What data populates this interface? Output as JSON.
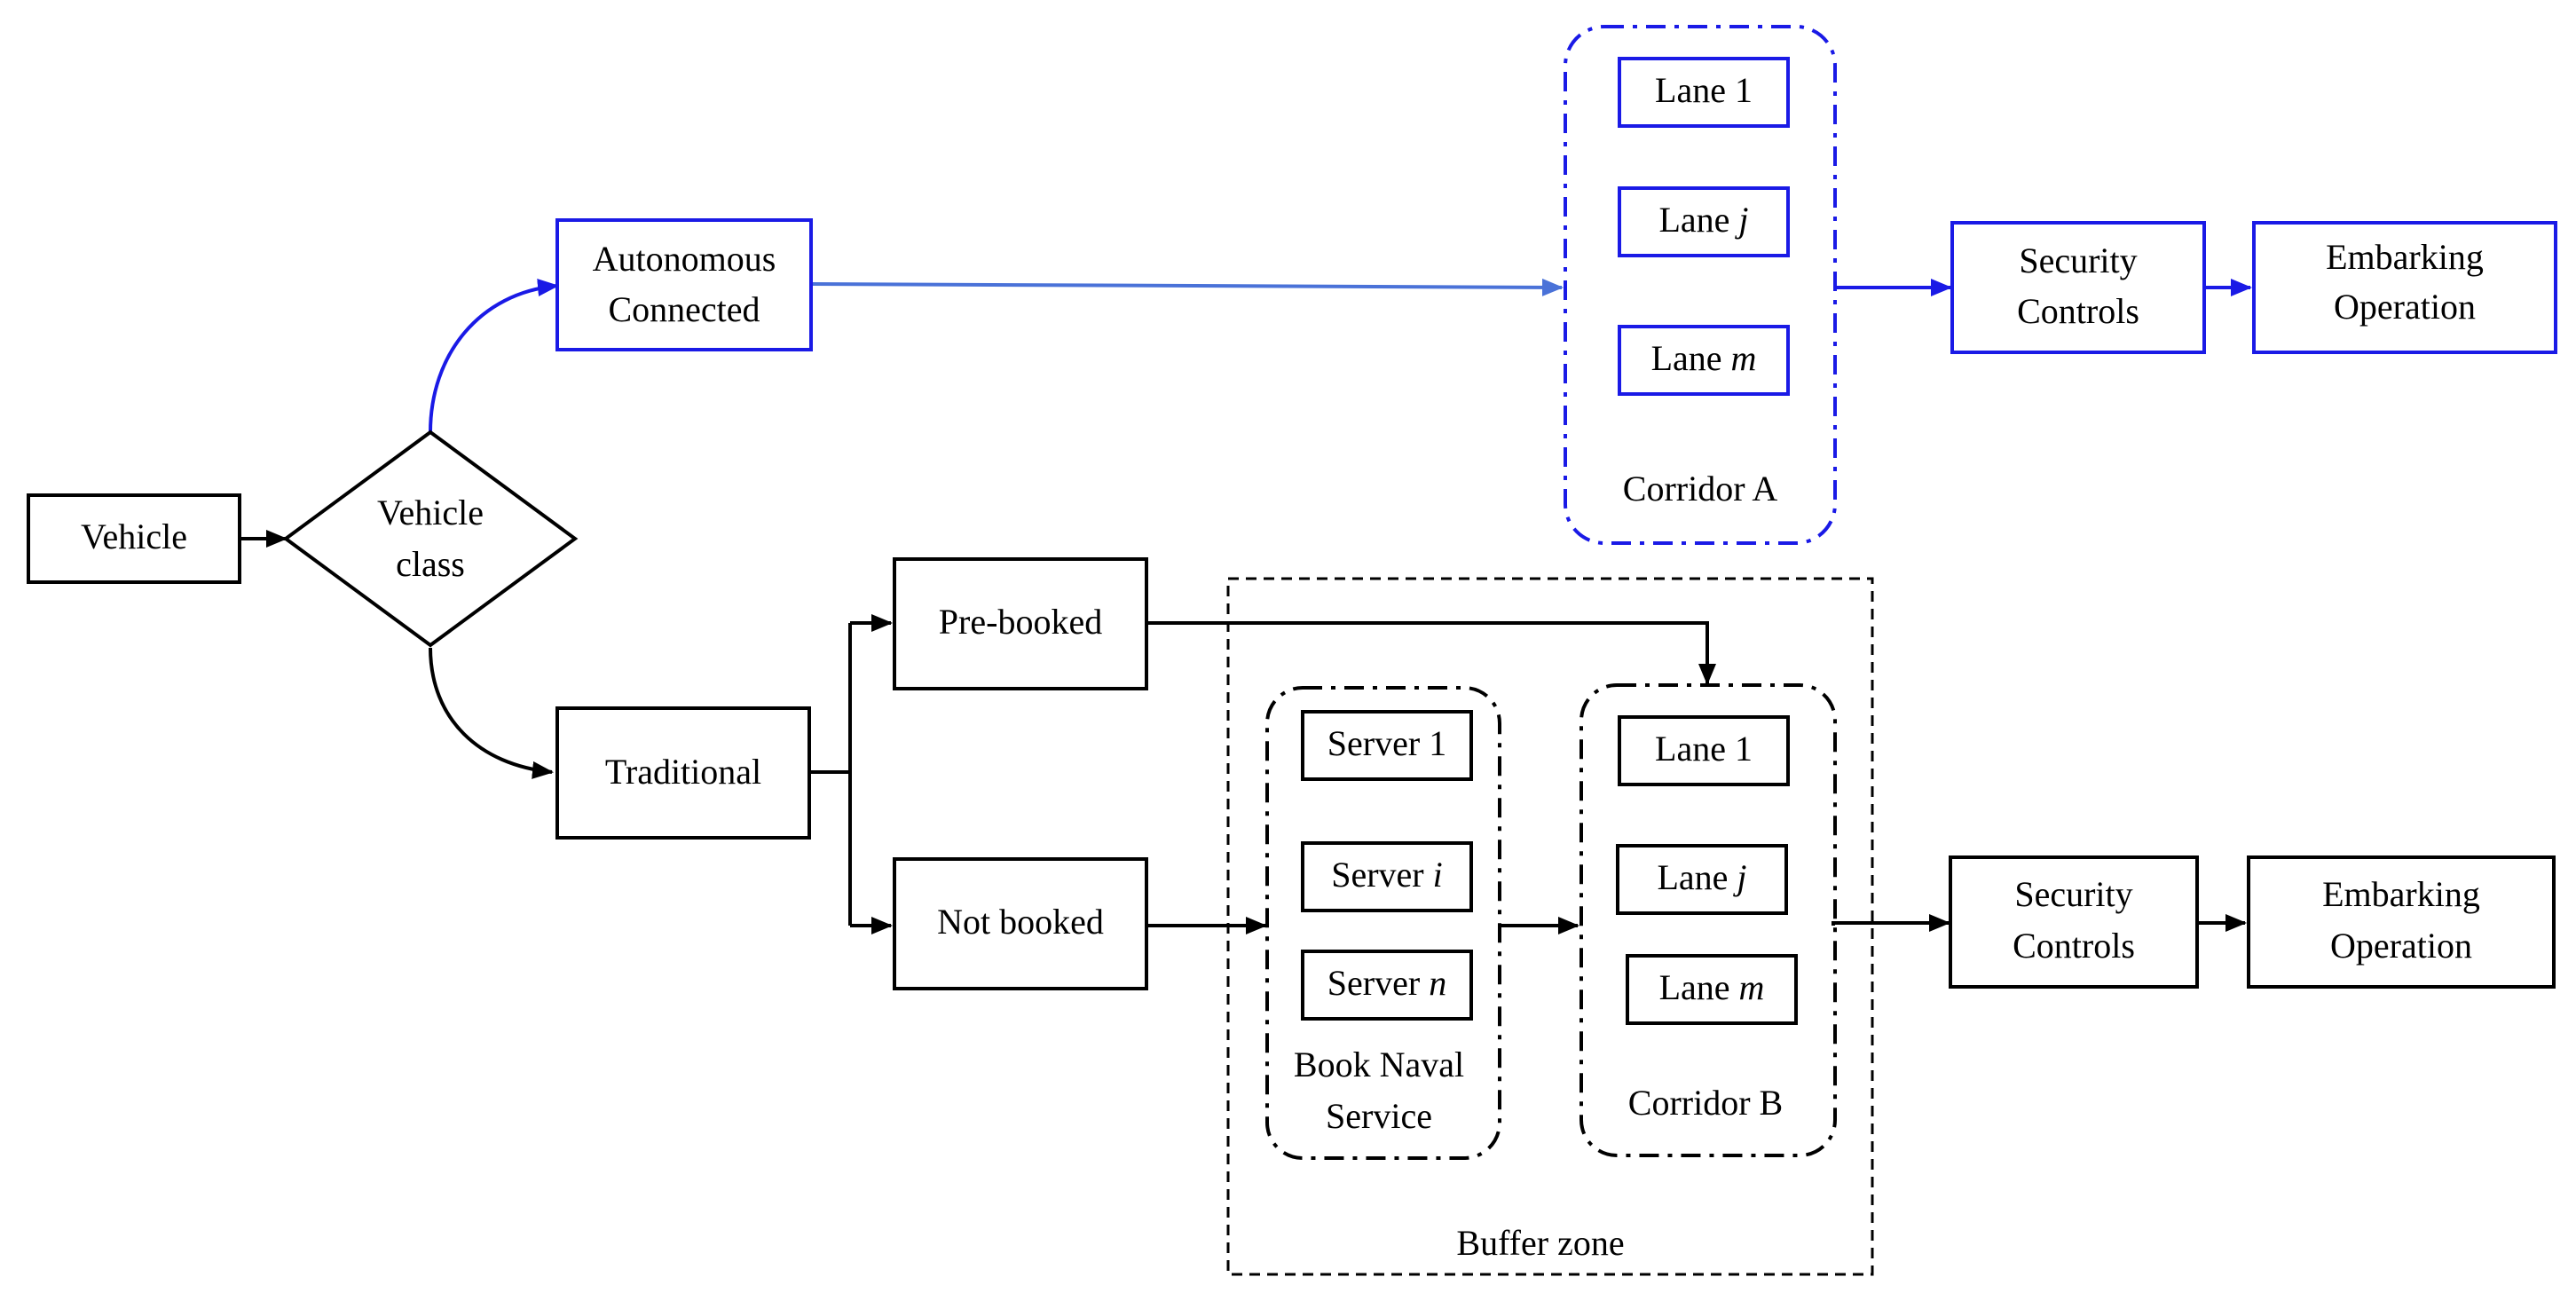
{
  "colors": {
    "blue": "#1a1ae6",
    "light_blue": "#4a72d8",
    "black": "#000000"
  },
  "nodes": {
    "vehicle": "Vehicle",
    "vehicle_class": [
      "Vehicle",
      "class"
    ],
    "autonomous_connected": [
      "Autonomous",
      "Connected"
    ],
    "traditional": "Traditional",
    "pre_booked": "Pre-booked",
    "not_booked": "Not booked"
  },
  "corridor_a": {
    "label": "Corridor A",
    "lanes": [
      {
        "prefix": "Lane ",
        "index": "1",
        "italic": false
      },
      {
        "prefix": "Lane ",
        "index": "j",
        "italic": true
      },
      {
        "prefix": "Lane ",
        "index": "m",
        "italic": true
      }
    ]
  },
  "top_path": {
    "security": [
      "Security",
      "Controls"
    ],
    "embarking": [
      "Embarking",
      "Operation"
    ]
  },
  "buffer_zone": {
    "label": "Buffer zone",
    "book_naval_service": {
      "label": [
        "Book Naval",
        "Service"
      ],
      "servers": [
        {
          "prefix": "Server ",
          "index": "1",
          "italic": false
        },
        {
          "prefix": "Server ",
          "index": "i",
          "italic": true
        },
        {
          "prefix": "Server ",
          "index": "n",
          "italic": true
        }
      ]
    },
    "corridor_b": {
      "label": "Corridor B",
      "lanes": [
        {
          "prefix": "Lane ",
          "index": "1",
          "italic": false
        },
        {
          "prefix": "Lane ",
          "index": "j",
          "italic": true
        },
        {
          "prefix": "Lane ",
          "index": "m",
          "italic": true
        }
      ]
    }
  },
  "bottom_path": {
    "security": [
      "Security",
      "Controls"
    ],
    "embarking": [
      "Embarking",
      "Operation"
    ]
  }
}
